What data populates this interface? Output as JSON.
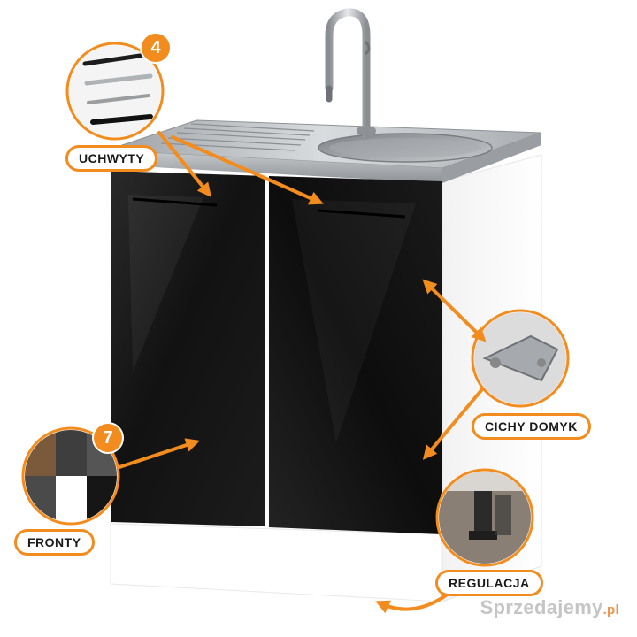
{
  "labels": {
    "handles": "UCHWYTY",
    "hinges": "CICHY DOMYK",
    "fronts": "FRONTY",
    "adjustment": "REGULACJA"
  },
  "badges": {
    "handles_count": "4",
    "fronts_count": "7"
  },
  "watermark": {
    "text": "Sprzedajemy",
    "suffix": ".pl"
  },
  "colors": {
    "accent": "#f28c1e",
    "front": "#111111",
    "carcass": "#ffffff",
    "steel": "#b8bcc0"
  }
}
